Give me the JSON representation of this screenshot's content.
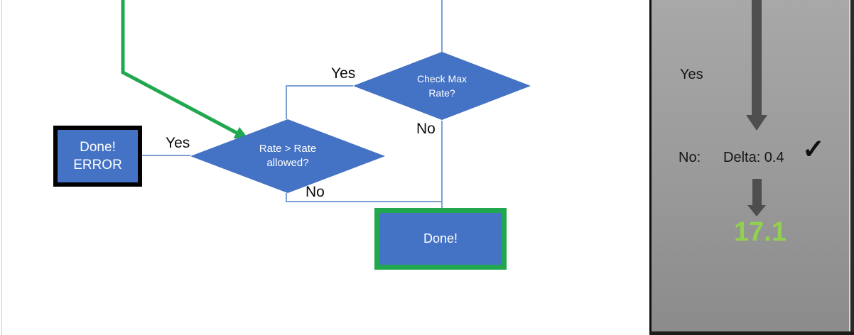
{
  "flowchart": {
    "decision_check_max_rate": {
      "line1": "Check Max",
      "line2": "Rate?"
    },
    "decision_rate_allowed": {
      "line1": "Rate > Rate",
      "line2": "allowed?"
    },
    "label_yes_top": "Yes",
    "label_no_top": "No",
    "label_yes_left": "Yes",
    "label_no_bottom": "No",
    "error_box": {
      "line1": "Done!",
      "line2": "ERROR"
    },
    "done_box": {
      "label": "Done!"
    }
  },
  "side_panel": {
    "label_yes": "Yes",
    "label_no": "No:",
    "delta_text": "Delta: 0.4",
    "check_icon": "✓",
    "result_value": "17.1"
  },
  "colors": {
    "shape_blue": "#4472c4",
    "connector_blue": "#7da0d4",
    "accent_green": "#21a84e",
    "result_green": "#92d050",
    "arrow_gray": "#4e4e4e"
  }
}
